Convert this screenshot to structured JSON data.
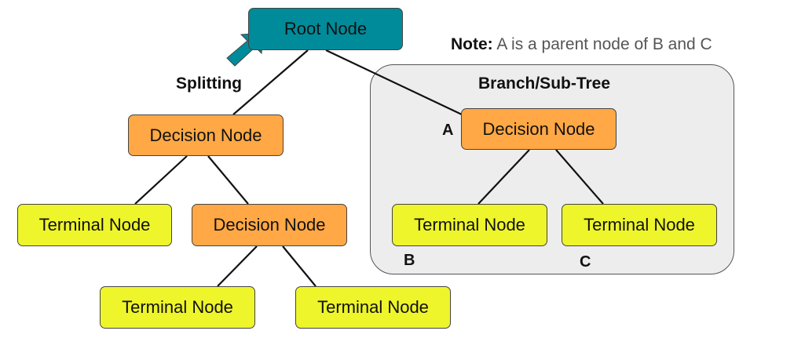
{
  "colors": {
    "root": "#008b9a",
    "decision": "#ffa845",
    "terminal": "#eef52b",
    "subtree_bg": "#ededed"
  },
  "nodes": {
    "root": "Root Node",
    "decision_left": "Decision Node",
    "decision_mid": "Decision Node",
    "decision_right": "Decision Node",
    "terminal_1": "Terminal Node",
    "terminal_2": "Terminal Node",
    "terminal_3": "Terminal Node",
    "terminal_4": "Terminal Node",
    "terminal_5": "Terminal Node"
  },
  "labels": {
    "splitting": "Splitting",
    "branch": "Branch/Sub-Tree",
    "a": "A",
    "b": "B",
    "c": "C"
  },
  "note": {
    "key": "Note:",
    "text": "A is a parent node of B and C"
  }
}
